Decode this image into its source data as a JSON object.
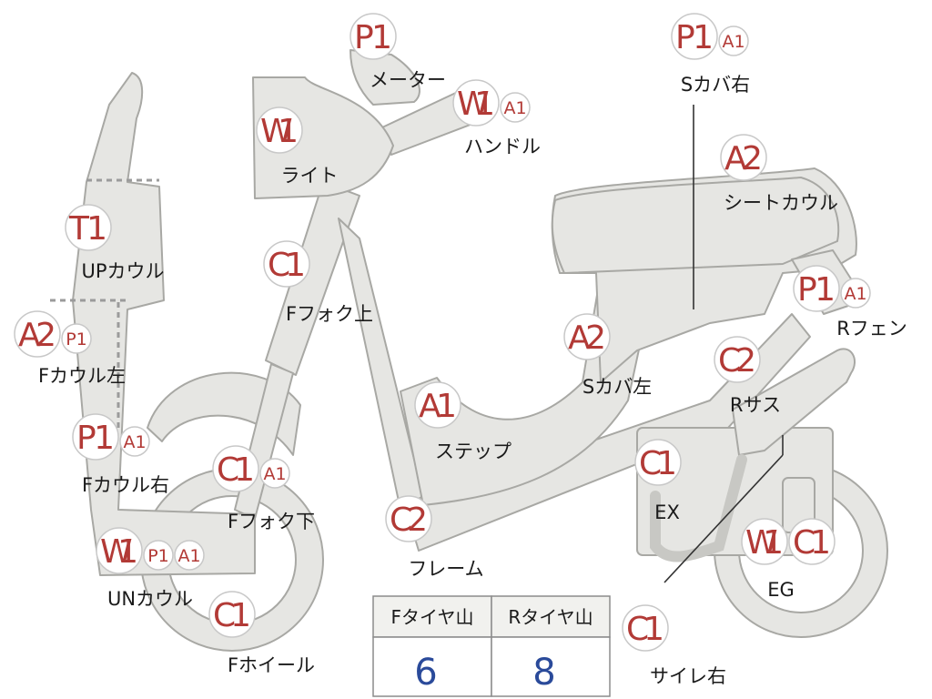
{
  "parts": [
    {
      "id": "meter",
      "label": "メーター",
      "codes": [
        {
          "t": "P1",
          "s": "big"
        }
      ]
    },
    {
      "id": "handle",
      "label": "ハンドル",
      "codes": [
        {
          "t": "W1",
          "s": "big"
        },
        {
          "t": "A1",
          "s": "small"
        }
      ]
    },
    {
      "id": "light",
      "label": "ライト",
      "codes": [
        {
          "t": "W1",
          "s": "big"
        }
      ]
    },
    {
      "id": "s-cover-right",
      "label": "Sカバ右",
      "codes": [
        {
          "t": "P1",
          "s": "big"
        },
        {
          "t": "A1",
          "s": "small"
        }
      ]
    },
    {
      "id": "seat-cowl",
      "label": "シートカウル",
      "codes": [
        {
          "t": "A2",
          "s": "big"
        }
      ]
    },
    {
      "id": "up-cowl",
      "label": "UPカウル",
      "codes": [
        {
          "t": "T1",
          "s": "big"
        }
      ]
    },
    {
      "id": "f-fork-upper",
      "label": "Fフォク上",
      "codes": [
        {
          "t": "C1",
          "s": "big"
        }
      ]
    },
    {
      "id": "r-fender",
      "label": "Rフェン",
      "codes": [
        {
          "t": "P1",
          "s": "big"
        },
        {
          "t": "A1",
          "s": "small"
        }
      ]
    },
    {
      "id": "f-cowl-left",
      "label": "Fカウル左",
      "codes": [
        {
          "t": "A2",
          "s": "big"
        },
        {
          "t": "P1",
          "s": "small"
        }
      ]
    },
    {
      "id": "s-cover-left",
      "label": "Sカバ左",
      "codes": [
        {
          "t": "A2",
          "s": "big"
        }
      ]
    },
    {
      "id": "r-suspension",
      "label": "Rサス",
      "codes": [
        {
          "t": "C2",
          "s": "big"
        }
      ]
    },
    {
      "id": "step",
      "label": "ステップ",
      "codes": [
        {
          "t": "A1",
          "s": "big"
        }
      ]
    },
    {
      "id": "f-cowl-right",
      "label": "Fカウル右",
      "codes": [
        {
          "t": "P1",
          "s": "big"
        },
        {
          "t": "A1",
          "s": "small"
        }
      ]
    },
    {
      "id": "f-fork-lower",
      "label": "Fフォク下",
      "codes": [
        {
          "t": "C1",
          "s": "big"
        },
        {
          "t": "A1",
          "s": "small"
        }
      ]
    },
    {
      "id": "exhaust",
      "label": "EX",
      "codes": [
        {
          "t": "C1",
          "s": "big"
        }
      ]
    },
    {
      "id": "frame",
      "label": "フレーム",
      "codes": [
        {
          "t": "C2",
          "s": "big"
        }
      ]
    },
    {
      "id": "un-cowl",
      "label": "UNカウル",
      "codes": [
        {
          "t": "W1",
          "s": "big"
        },
        {
          "t": "P1",
          "s": "small"
        },
        {
          "t": "A1",
          "s": "small"
        }
      ]
    },
    {
      "id": "engine",
      "label": "EG",
      "codes": [
        {
          "t": "W1",
          "s": "big"
        },
        {
          "t": "C1",
          "s": "big"
        }
      ]
    },
    {
      "id": "f-wheel",
      "label": "Fホイール",
      "codes": [
        {
          "t": "C1",
          "s": "big"
        }
      ]
    },
    {
      "id": "silencer-right",
      "label": "サイレ右",
      "codes": [
        {
          "t": "C1",
          "s": "big"
        }
      ]
    }
  ],
  "tire_table": {
    "headers": [
      "Fタイヤ山",
      "Rタイヤ山"
    ],
    "values": [
      "6",
      "8"
    ]
  },
  "colors": {
    "code_red": "#b23a36",
    "value_blue": "#2a4a9a",
    "part_fill": "#e6e6e3"
  }
}
